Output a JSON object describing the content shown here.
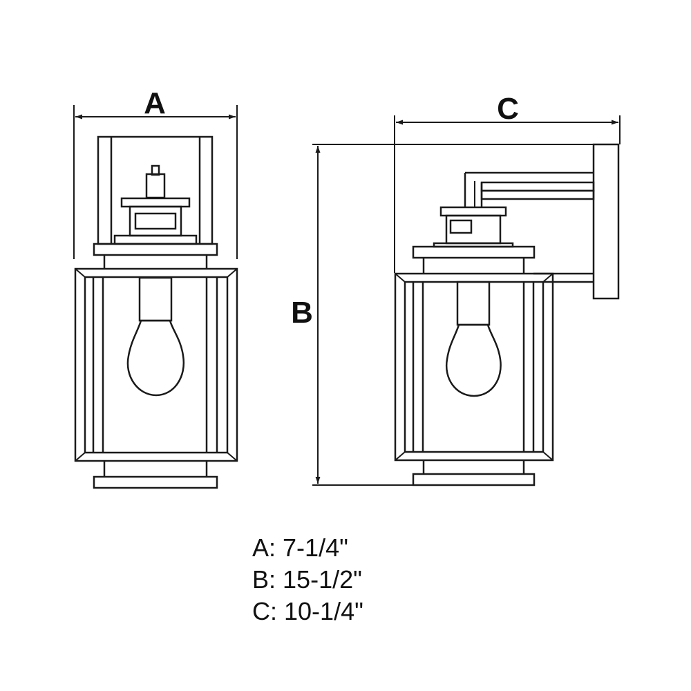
{
  "dimension_labels": {
    "a": "A",
    "b": "B",
    "c": "C"
  },
  "legend": [
    {
      "key": "A",
      "value": "7-1/4\""
    },
    {
      "key": "B",
      "value": "15-1/2\""
    },
    {
      "key": "C",
      "value": "10-1/4\""
    }
  ]
}
